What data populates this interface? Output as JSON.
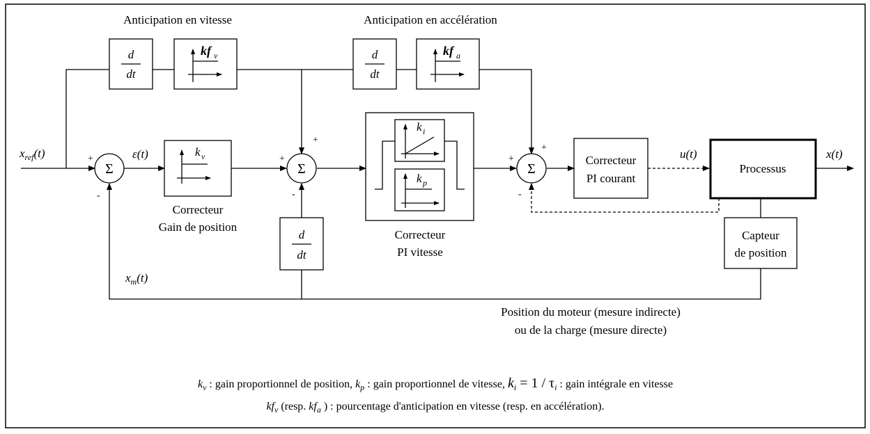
{
  "labels": {
    "anticipation_vitesse": "Anticipation en vitesse",
    "anticipation_acceleration": "Anticipation en accélération",
    "correcteur_position_line1": "Correcteur",
    "correcteur_position_line2": "Gain de position",
    "correcteur_pi_vitesse_line1": "Correcteur",
    "correcteur_pi_vitesse_line2": "PI vitesse",
    "correcteur_pi_courant_line1": "Correcteur",
    "correcteur_pi_courant_line2": "PI courant",
    "processus": "Processus",
    "capteur_line1": "Capteur",
    "capteur_line2": "de position",
    "feedback_line1": "Position du moteur (mesure indirecte)",
    "feedback_line2": "ou de la charge (mesure directe)"
  },
  "signals": {
    "xref_main": "x",
    "xref_sub": "ref",
    "xref_arg": "(t)",
    "epsilon": "ε(t)",
    "u": "u(t)",
    "x": "x(t)",
    "xm_main": "x",
    "xm_sub": "m",
    "xm_arg": "(t)"
  },
  "derivative": {
    "num": "d",
    "den": "dt"
  },
  "gains": {
    "kv_main": "k",
    "kv_sub": "v",
    "kfv_main": "kf",
    "kfv_sub": "v",
    "kfa_main": "kf",
    "kfa_sub": "a",
    "ki_main": "k",
    "ki_sub": "i",
    "kp_main": "k",
    "kp_sub": "p"
  },
  "summing_junction_symbol": "Σ",
  "signs": {
    "plus": "+",
    "minus": "-"
  },
  "legend": {
    "line1": {
      "kv_main": "k",
      "kv_sub": "v",
      "t1": " : gain proportionnel de position, ",
      "kp_main": "k",
      "kp_sub": "p",
      "t2": " : gain proportionnel de vitesse, ",
      "ki_main": "k",
      "ki_sub": "i",
      "t3": " = 1 / τ",
      "tau_sub": "i",
      "t4": " : gain intégrale en vitesse"
    },
    "line2": {
      "kfv_main": "kf",
      "kfv_sub": "v",
      "t1": " (resp. ",
      "kfa_main": "kf",
      "kfa_sub": "a",
      "t2": " ) : pourcentage d'anticipation en vitesse (resp. en accélération)."
    }
  }
}
